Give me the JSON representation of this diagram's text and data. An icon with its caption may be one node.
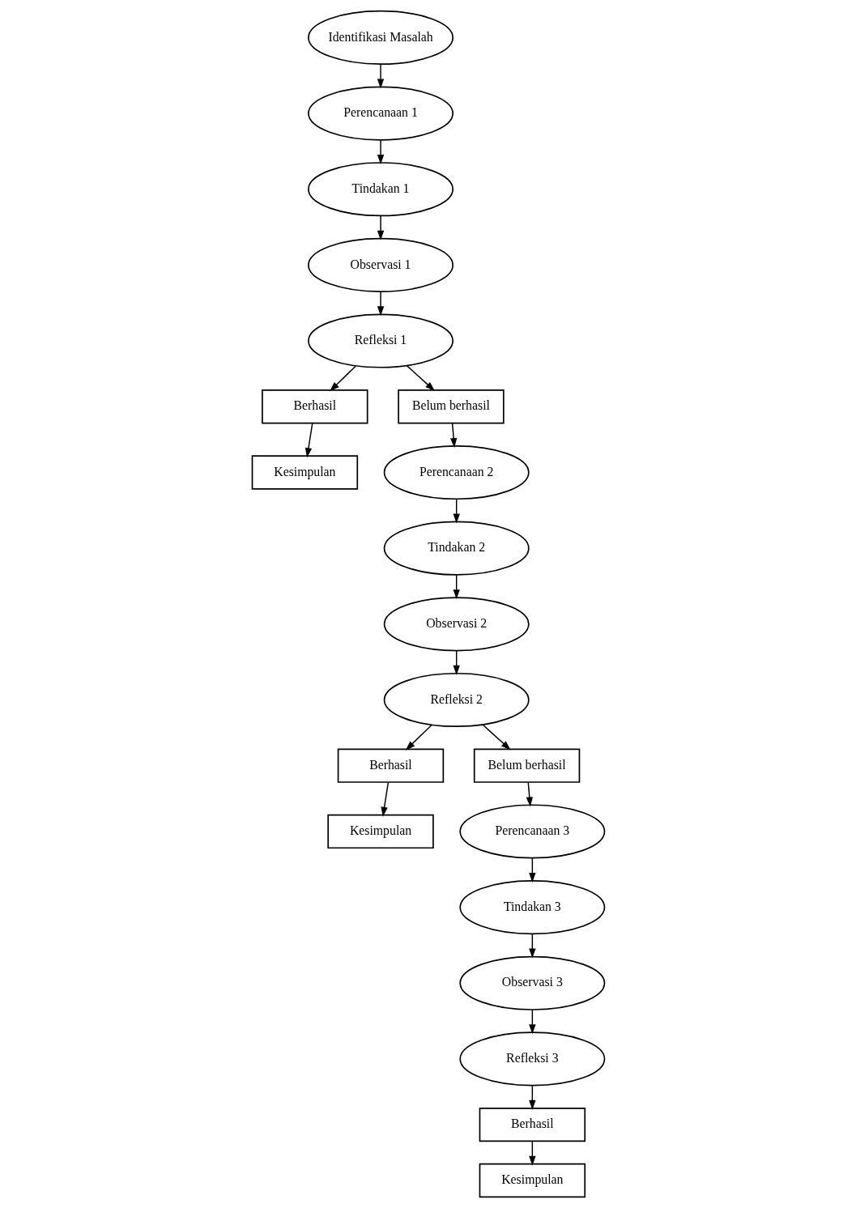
{
  "diagram": {
    "nodes": [
      {
        "text": [
          "Identifikasi Masalah"
        ]
      },
      {
        "text": [
          "Perencanaan 1"
        ]
      },
      {
        "text": [
          "Tindakan 1"
        ]
      },
      {
        "text": [
          "Refleksi 1"
        ]
      },
      {
        "text": [
          "Berhasil"
        ]
      },
      {
        "text": [
          "Observasi 1"
        ]
      },
      {
        "text": [
          "Kesimpulan"
        ]
      },
      {
        "text": [
          "Belum berhasil"
        ]
      },
      {
        "text": [
          "Refleksi 2"
        ]
      },
      {
        "text": [
          "Berhasil"
        ]
      },
      {
        "text": [
          "Observasi 2"
        ]
      },
      {
        "text": [
          "Perencanaan 2"
        ]
      },
      {
        "text": [
          "Tindakan 2"
        ]
      },
      {
        "text": [
          "Kesimpulan"
        ]
      },
      {
        "text": [
          "Belum berhasil"
        ]
      },
      {
        "text": [
          "Refleksi 3"
        ]
      },
      {
        "text": [
          "Berhasil"
        ]
      },
      {
        "text": [
          "Observasi 3"
        ]
      },
      {
        "text": [
          "Perencanaan 3"
        ]
      },
      {
        "text": [
          "Kesimpulan"
        ]
      },
      {
        "text": [
          "Tindakan 3"
        ]
      }
    ],
    "edges": [
      {
        "from": 0,
        "to": 1,
        "arrow": "to"
      },
      {
        "from": 1,
        "to": 2,
        "arrow": "to"
      },
      {
        "from": 2,
        "to": 5,
        "arrow": "to"
      },
      {
        "from": 5,
        "to": 3,
        "arrow": "to"
      },
      {
        "from": 3,
        "to": 4,
        "arrow": "to"
      },
      {
        "from": 4,
        "to": 6,
        "arrow": "to"
      },
      {
        "from": 3,
        "to": 7,
        "arrow": "to"
      },
      {
        "from": 7,
        "to": 11,
        "arrow": "to"
      },
      {
        "from": 11,
        "to": 12,
        "arrow": "to"
      },
      {
        "from": 12,
        "to": 10,
        "arrow": "to"
      },
      {
        "from": 10,
        "to": 8,
        "arrow": "to"
      },
      {
        "from": 8,
        "to": 9,
        "arrow": "to"
      },
      {
        "from": 9,
        "to": 13,
        "arrow": "to"
      },
      {
        "from": 8,
        "to": 14,
        "arrow": "to"
      },
      {
        "from": 14,
        "to": 18,
        "arrow": "to"
      },
      {
        "from": 18,
        "to": 20,
        "arrow": "to"
      },
      {
        "from": 20,
        "to": 17,
        "arrow": "to"
      },
      {
        "from": 17,
        "to": 15,
        "arrow": "to"
      },
      {
        "from": 15,
        "to": 16,
        "arrow": "to"
      },
      {
        "from": 16,
        "to": 19,
        "arrow": "to"
      }
    ]
  }
}
